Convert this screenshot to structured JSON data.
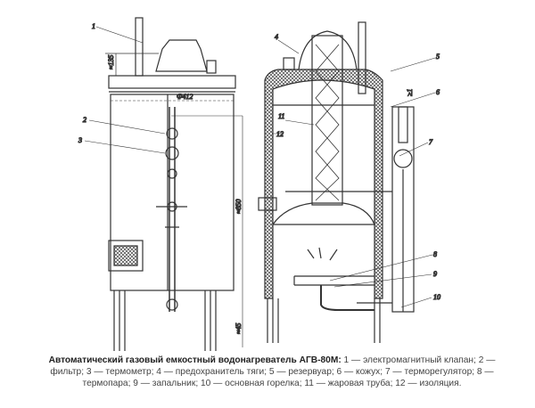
{
  "diagram": {
    "labels": {
      "l1": "1",
      "l2": "2",
      "l3": "3",
      "l4": "4",
      "l5": "5",
      "l6": "6",
      "l7": "7",
      "l8": "8",
      "l9": "9",
      "l10": "10",
      "l11": "11",
      "l12": "12",
      "dim_top": "≈135",
      "dim_dia": "Ф412",
      "dim_height": "≈850",
      "dim_leg": "≈45",
      "dim_5": "≥1"
    }
  },
  "caption": {
    "title": "Автоматический газовый емкостный водонагреватель АГВ-80М:",
    "text": " 1 — электромагнитный клапан; 2 — фильтр; 3 — термометр; 4 — предохранитель тяги; 5 — резервуар; 6 — кожух; 7 — терморегулятор; 8 — термопара; 9 — запальник; 10 — основная горелка; 11 — жаровая труба; 12 — изоляция."
  }
}
